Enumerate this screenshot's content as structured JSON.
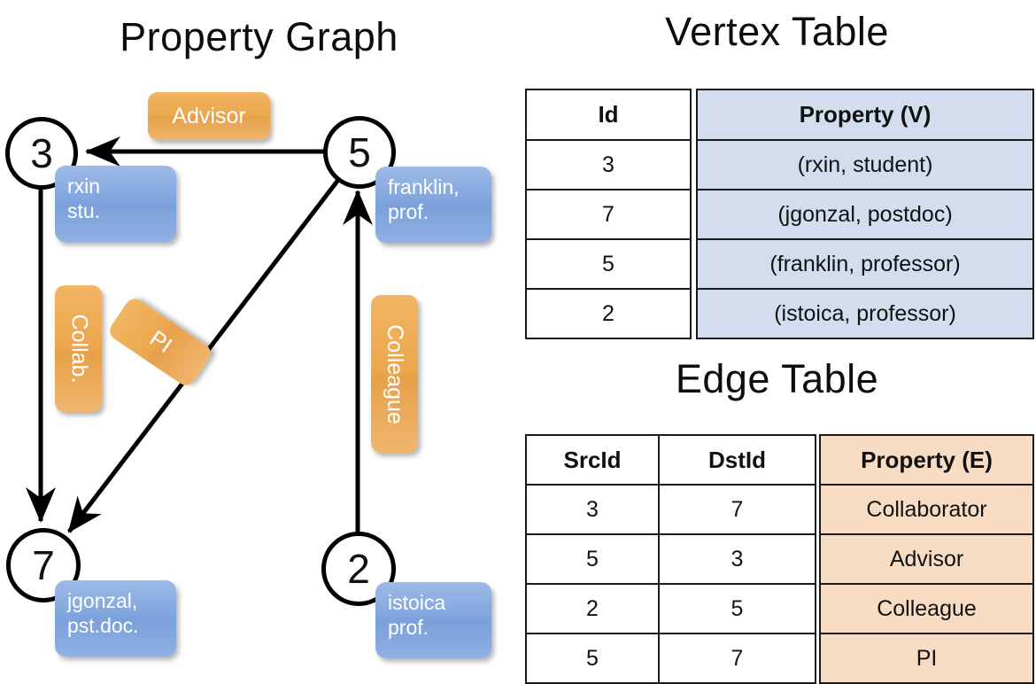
{
  "titles": {
    "property_graph": "Property Graph",
    "vertex_table": "Vertex Table",
    "edge_table": "Edge Table"
  },
  "colors": {
    "vertex_property_fill": "#d3ddee",
    "edge_property_fill": "#f7dcc3",
    "node_box_blue": "#7ea3dc",
    "edge_label_orange": "#eba74e",
    "stroke": "#000000"
  },
  "graph": {
    "nodes": [
      {
        "id": "3",
        "label_line1": "rxin",
        "label_line2": "stu."
      },
      {
        "id": "5",
        "label_line1": "franklin,",
        "label_line2": "prof."
      },
      {
        "id": "7",
        "label_line1": "jgonzal,",
        "label_line2": "pst.doc."
      },
      {
        "id": "2",
        "label_line1": "istoica",
        "label_line2": "prof."
      }
    ],
    "edge_labels": [
      {
        "text": "Advisor",
        "orientation": "horizontal"
      },
      {
        "text": "Collab.",
        "orientation": "vertical"
      },
      {
        "text": "PI",
        "orientation": "rotated"
      },
      {
        "text": "Colleague",
        "orientation": "vertical"
      }
    ]
  },
  "vertex_table": {
    "columns": [
      "Id",
      "Property (V)"
    ],
    "rows": [
      {
        "id": "3",
        "property": "(rxin, student)"
      },
      {
        "id": "7",
        "property": "(jgonzal, postdoc)"
      },
      {
        "id": "5",
        "property": "(franklin, professor)"
      },
      {
        "id": "2",
        "property": "(istoica, professor)"
      }
    ]
  },
  "edge_table": {
    "columns": [
      "SrcId",
      "DstId",
      "Property (E)"
    ],
    "rows": [
      {
        "src": "3",
        "dst": "7",
        "property": "Collaborator"
      },
      {
        "src": "5",
        "dst": "3",
        "property": "Advisor"
      },
      {
        "src": "2",
        "dst": "5",
        "property": "Colleague"
      },
      {
        "src": "5",
        "dst": "7",
        "property": "PI"
      }
    ]
  }
}
